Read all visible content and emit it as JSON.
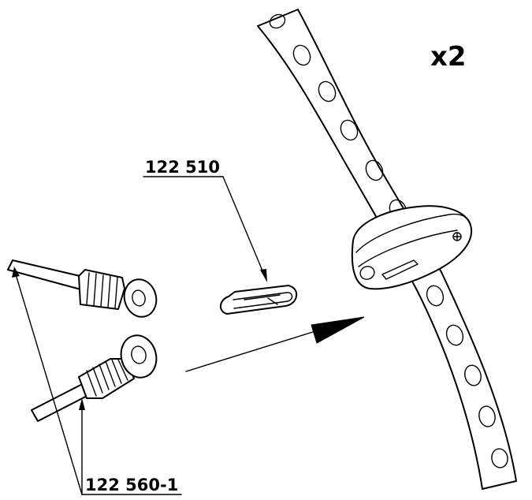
{
  "labels": {
    "quantity": "x2",
    "snap_hook_part": "122 510",
    "cord_part": "122 560-1"
  },
  "colors": {
    "line": "#000000",
    "background": "#ffffff"
  },
  "icons": {
    "assembly_arrow": "arrow-icon"
  }
}
